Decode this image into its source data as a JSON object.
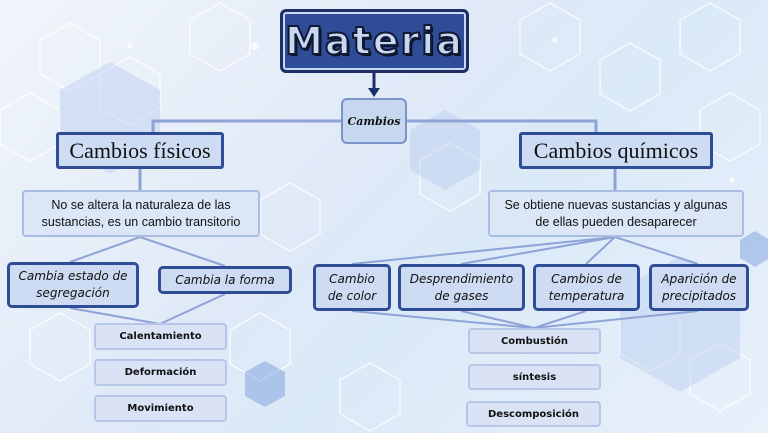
{
  "title": "Materia",
  "connector": "Cambios",
  "physical": {
    "heading": "Cambios físicos",
    "description": "No se altera la naturaleza de las sustancias, es un cambio transitorio",
    "categories": [
      "Cambia estado de segregación",
      "Cambia la forma"
    ],
    "examples": [
      "Calentamiento",
      "Deformación",
      "Movimiento"
    ]
  },
  "chemical": {
    "heading": "Cambios químicos",
    "description": "Se obtiene nuevas sustancias y algunas de ellas pueden desaparecer",
    "categories": [
      "Cambio de color",
      "Desprendimiento de gases",
      "Cambios de temperatura",
      "Aparición de precipitados"
    ],
    "examples": [
      "Combustión",
      "síntesis",
      "Descomposición"
    ]
  },
  "colors": {
    "accent": "#2f4c96",
    "box_fill": "#cddcf3",
    "connector_line": "#8ea3d6"
  }
}
